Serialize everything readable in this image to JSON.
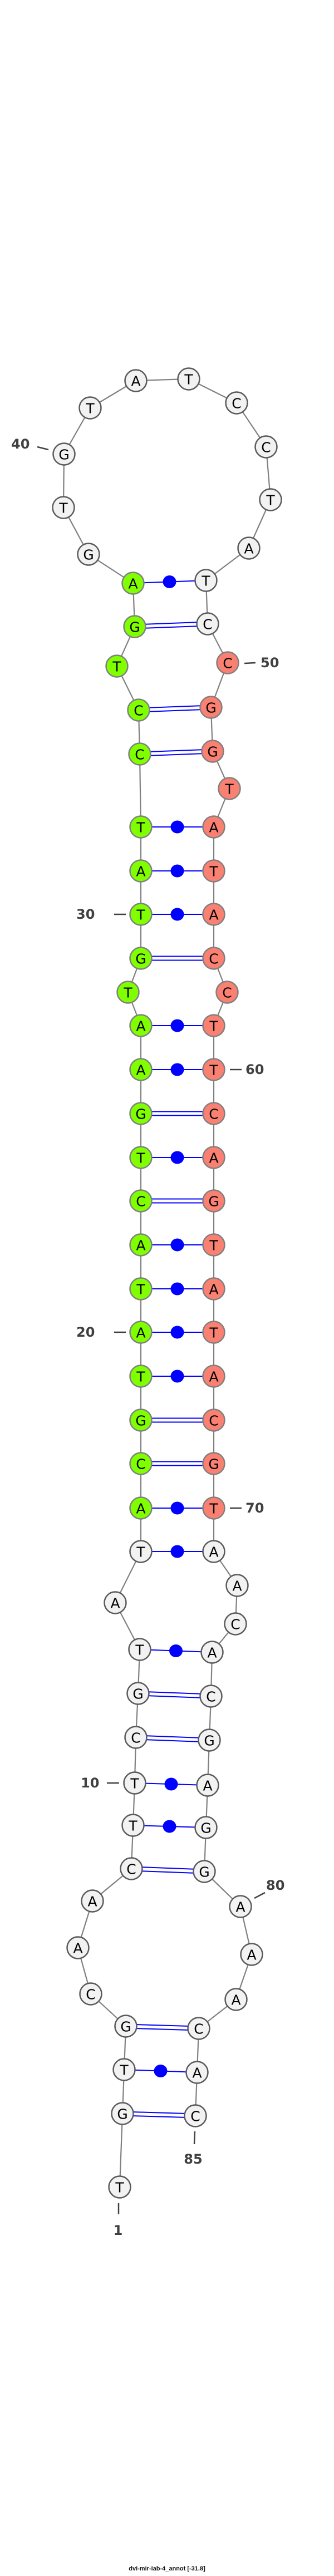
{
  "caption": "dvi-mir-iab-4_annot [-31.8]",
  "nucleotides": [
    "T",
    "G",
    "T",
    "G",
    "C",
    "A",
    "A",
    "C",
    "T",
    "T",
    "C",
    "G",
    "T",
    "A",
    "T",
    "A",
    "C",
    "G",
    "T",
    "A",
    "T",
    "A",
    "C",
    "T",
    "G",
    "A",
    "A",
    "T",
    "G",
    "T",
    "A",
    "T",
    "C",
    "C",
    "T",
    "G",
    "A",
    "G",
    "T",
    "G",
    "T",
    "A",
    "T",
    "C",
    "C",
    "T",
    "A",
    "T",
    "C",
    "C",
    "G",
    "G",
    "T",
    "A",
    "T",
    "A",
    "C",
    "C",
    "T",
    "T",
    "C",
    "A",
    "G",
    "T",
    "A",
    "T",
    "A",
    "C",
    "G",
    "T",
    "A",
    "A",
    "C",
    "A",
    "C",
    "G",
    "A",
    "G",
    "G",
    "A",
    "A",
    "A",
    "C",
    "A",
    "C"
  ],
  "highlight_regions": [
    {
      "name": "green-arm",
      "start": 16,
      "end": 37,
      "color": "#7fff00"
    },
    {
      "name": "salmon-arm",
      "start": 50,
      "end": 70,
      "color": "#fa8072"
    }
  ],
  "default_fill": "#f2f2f2",
  "pair_color": "#0000ff",
  "pairs": [
    [
      2,
      85
    ],
    [
      3,
      84
    ],
    [
      4,
      83
    ],
    [
      8,
      79
    ],
    [
      9,
      78
    ],
    [
      10,
      77
    ],
    [
      11,
      76
    ],
    [
      12,
      75
    ],
    [
      13,
      74
    ],
    [
      15,
      71
    ],
    [
      16,
      70
    ],
    [
      17,
      69
    ],
    [
      18,
      68
    ],
    [
      19,
      67
    ],
    [
      20,
      66
    ],
    [
      21,
      65
    ],
    [
      22,
      64
    ],
    [
      23,
      63
    ],
    [
      24,
      62
    ],
    [
      25,
      61
    ],
    [
      26,
      60
    ],
    [
      27,
      59
    ],
    [
      29,
      57
    ],
    [
      30,
      56
    ],
    [
      31,
      55
    ],
    [
      32,
      54
    ],
    [
      33,
      52
    ],
    [
      34,
      51
    ],
    [
      36,
      49
    ],
    [
      37,
      48
    ]
  ],
  "position_labels": [
    "1",
    "10",
    "20",
    "30",
    "40",
    "50",
    "60",
    "70",
    "80",
    "85"
  ]
}
